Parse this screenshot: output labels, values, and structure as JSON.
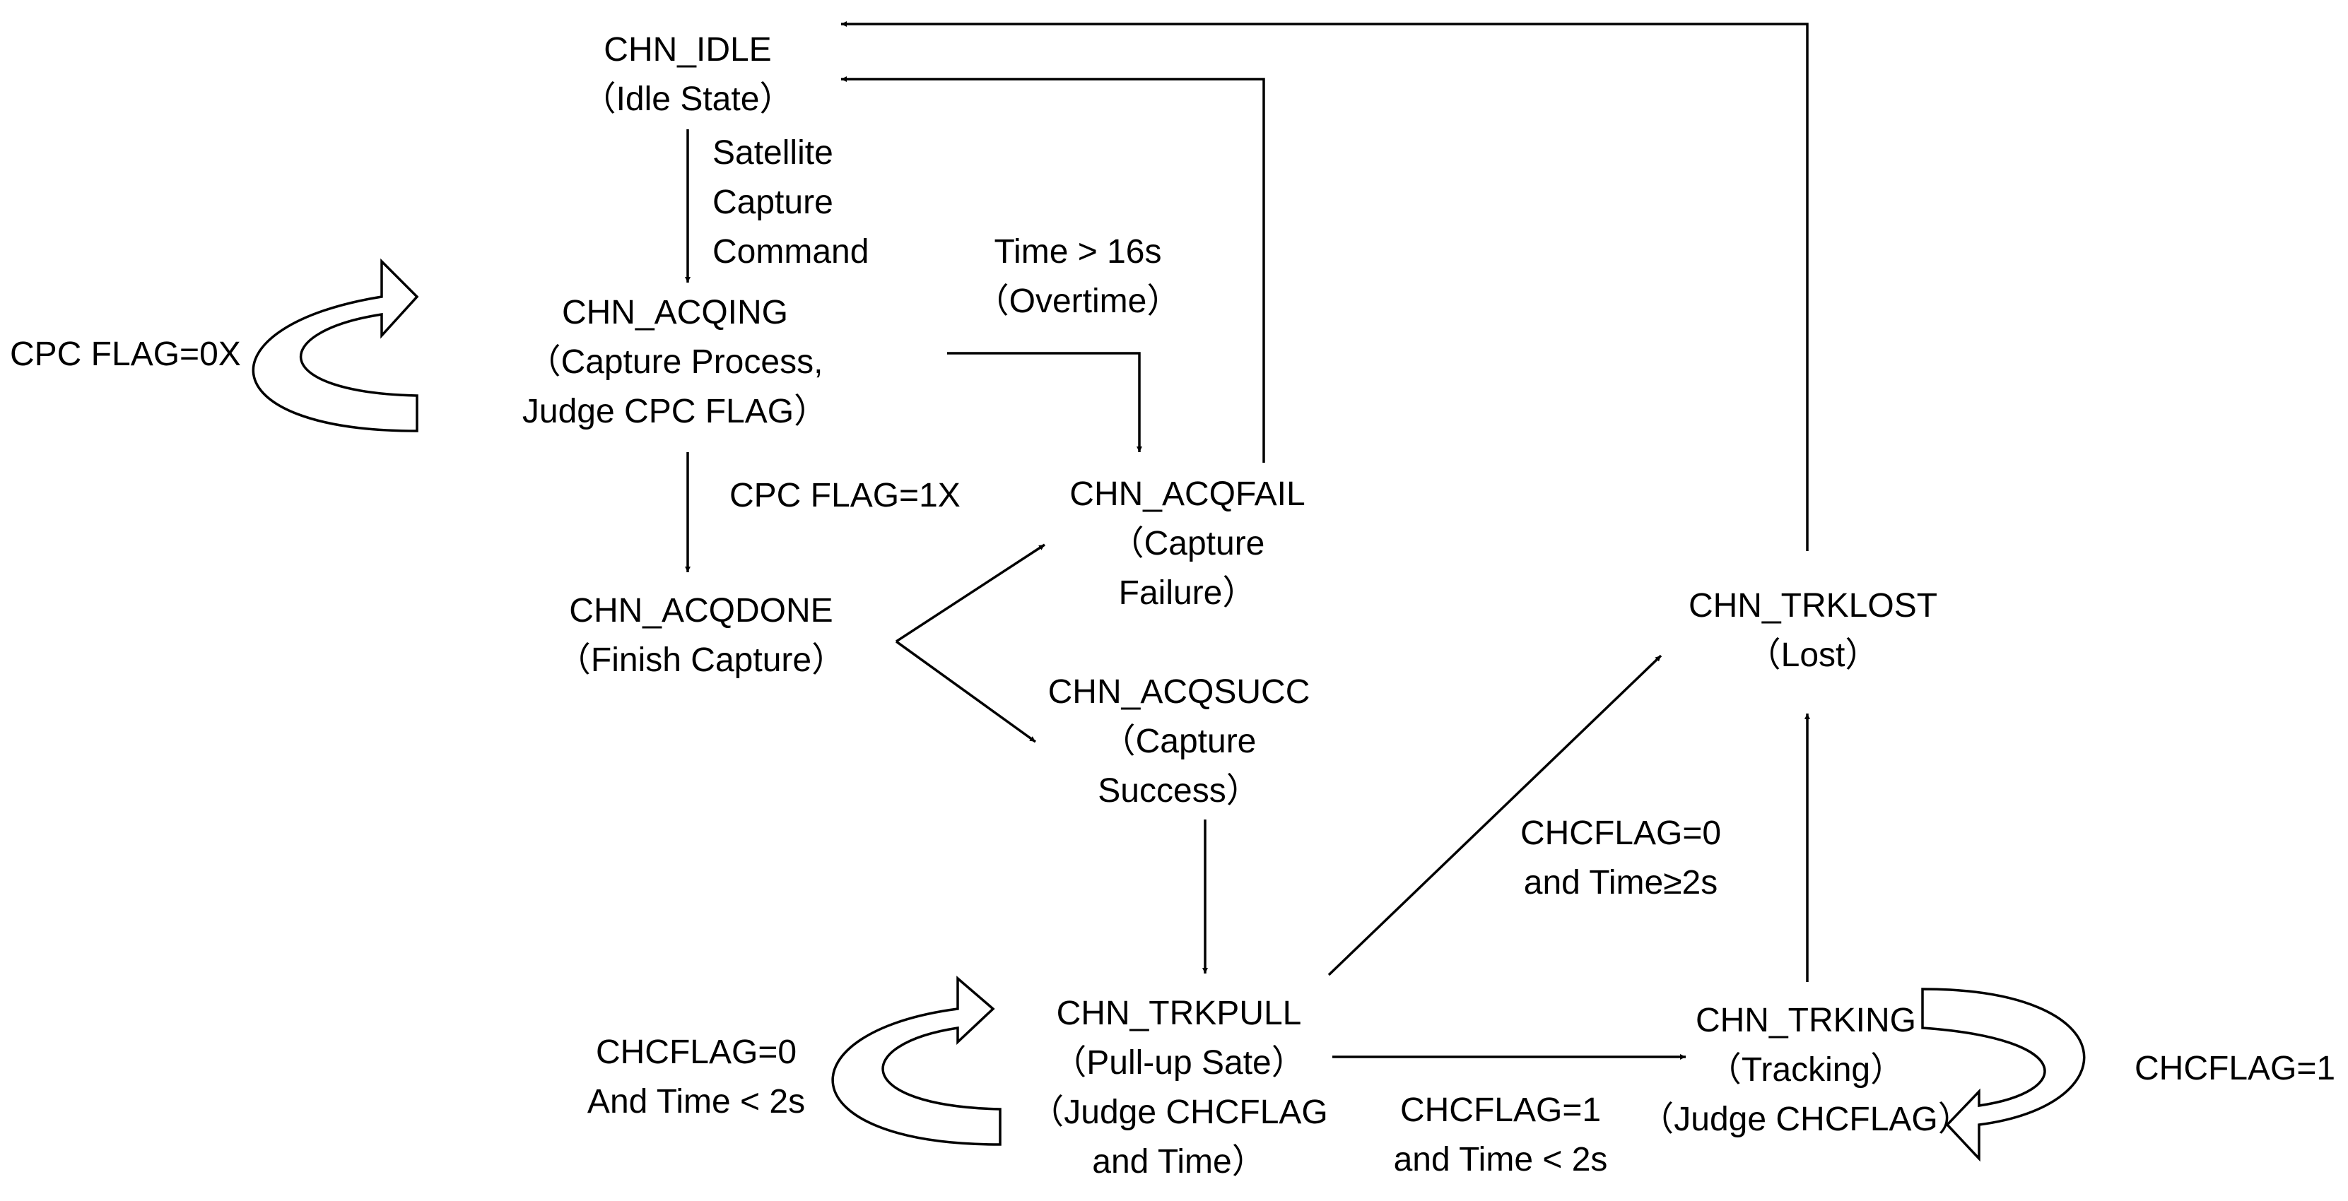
{
  "states": {
    "idle": {
      "name": "CHN_IDLE",
      "desc": "（Idle State）"
    },
    "acqing": {
      "name": "CHN_ACQING",
      "desc1": "（Capture Process,",
      "desc2": "Judge CPC FLAG）"
    },
    "acqdone": {
      "name": "CHN_ACQDONE",
      "desc": "（Finish Capture）"
    },
    "acqfail": {
      "name": "CHN_ACQFAIL",
      "desc1": "（Capture",
      "desc2": "Failure）"
    },
    "acqsucc": {
      "name": "CHN_ACQSUCC",
      "desc1": "（Capture",
      "desc2": "Success）"
    },
    "trkpull": {
      "name": "CHN_TRKPULL",
      "desc1": "（Pull-up Sate）",
      "desc2": "（Judge CHCFLAG",
      "desc3": "and Time）"
    },
    "trking": {
      "name": "CHN_TRKING",
      "desc1": "（Tracking）",
      "desc2": "（Judge CHCFLAG）"
    },
    "trklost": {
      "name": "CHN_TRKLOST",
      "desc": "（Lost）"
    }
  },
  "transitions": {
    "capture_command": [
      "Satellite",
      "Capture",
      "Command"
    ],
    "overtime": [
      "Time > 16s",
      "（Overtime）"
    ],
    "cpc_flag_1x": "CPC FLAG=1X",
    "cpc_flag_0x": "CPC FLAG=0X",
    "pull_loop": [
      "CHCFLAG=0",
      "And Time < 2s"
    ],
    "pull_to_lost": [
      "CHCFLAG=0",
      "and Time≥2s"
    ],
    "pull_to_tracking": [
      "CHCFLAG=1",
      "and Time < 2s"
    ],
    "tracking_loop": "CHCFLAG=1"
  },
  "colors": {
    "line": "#000000",
    "background": "#ffffff"
  }
}
